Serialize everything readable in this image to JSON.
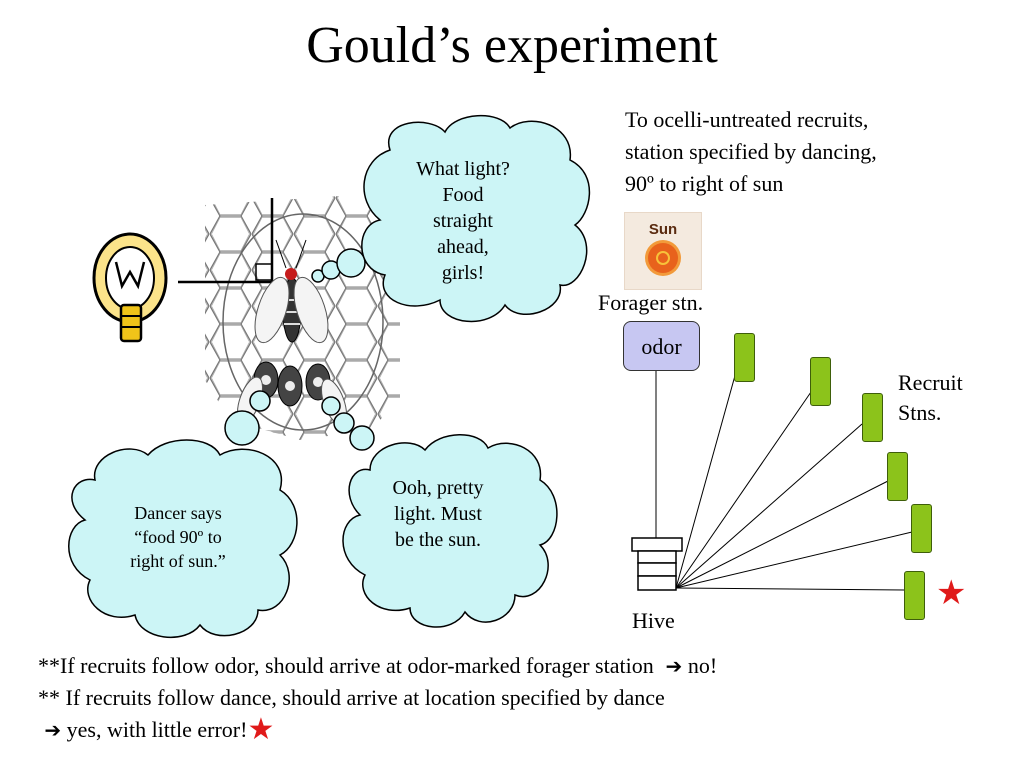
{
  "title": "Gould’s experiment",
  "note": {
    "line1": "To ocelli-untreated recruits,",
    "line2": "station specified by dancing,",
    "line3": "90º to right of sun"
  },
  "sun_label": "Sun",
  "forager_label": "Forager stn.",
  "odor_label": "odor",
  "recruit_label": {
    "line1": "Recruit",
    "line2": "Stns."
  },
  "hive_label": "Hive",
  "bubbles": {
    "light": [
      "What light?",
      "Food",
      "straight",
      "ahead,",
      "girls!"
    ],
    "dancer": [
      "Dancer says",
      "“food 90º to",
      "right of sun.”"
    ],
    "recruit": [
      "Ooh, pretty",
      "light.  Must",
      "be the sun."
    ]
  },
  "bottom": {
    "line1_text": "**If recruits follow odor, should arrive at odor-marked forager station",
    "line1_end": "no!",
    "line2": "** If recruits follow dance, should arrive at location specified by dance",
    "line3": "yes, with little error!"
  },
  "colors": {
    "cloud_fill": "#ccf5f6",
    "station_fill": "#8cc31b",
    "odor_fill": "#c7c7f2",
    "star": "#e01a1a",
    "bulb_glow": "#fbe38a"
  },
  "icons": [
    "light-bulb-icon",
    "sun-icon",
    "star-icon",
    "arrow-right-icon",
    "bee-icon",
    "hive-icon"
  ]
}
